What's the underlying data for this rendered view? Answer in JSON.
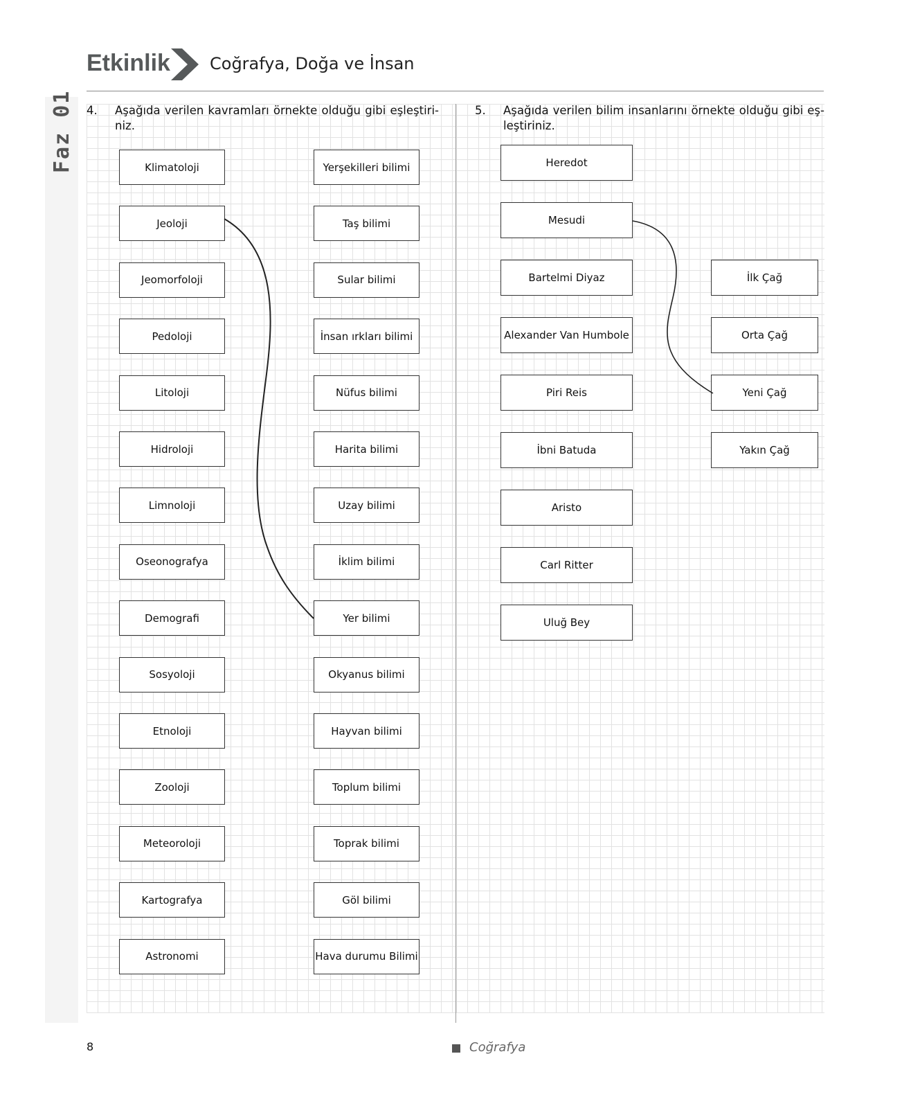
{
  "side_label": "Faz 01",
  "header": {
    "title": "Etkinlik",
    "subtitle": "Coğrafya, Doğa ve İnsan"
  },
  "question4": {
    "number": "4.",
    "text": "Aşağıda verilen kavramları örnekte olduğu gibi eşleştiri-niz.",
    "line1": "Aşağıda verilen kavramları örnekte olduğu gibi eşleştiri-",
    "line2": "niz.",
    "left_items": [
      "Klimatoloji",
      "Jeoloji",
      "Jeomorfoloji",
      "Pedoloji",
      "Litoloji",
      "Hidroloji",
      "Limnoloji",
      "Oseonografya",
      "Demografi",
      "Sosyoloji",
      "Etnoloji",
      "Zooloji",
      "Meteoroloji",
      "Kartografya",
      "Astronomi"
    ],
    "right_items": [
      "Yerşekilleri bilimi",
      "Taş bilimi",
      "Sular bilimi",
      "İnsan ırkları bilimi",
      "Nüfus bilimi",
      "Harita bilimi",
      "Uzay bilimi",
      "İklim bilimi",
      "Yer bilimi",
      "Okyanus bilimi",
      "Hayvan bilimi",
      "Toplum bilimi",
      "Toprak bilimi",
      "Göl bilimi",
      "Hava durumu Bilimi"
    ],
    "example_match": {
      "from": "Jeoloji",
      "to": "Yer bilimi"
    }
  },
  "question5": {
    "number": "5.",
    "text": "Aşağıda verilen bilim insanlarını örnekte olduğu gibi eş-leştiriniz.",
    "line1": "Aşağıda verilen bilim insanlarını örnekte olduğu gibi eş-",
    "line2": "leştiriniz.",
    "left_items": [
      "Heredot",
      "Mesudi",
      "Bartelmi Diyaz",
      "Alexander Van Humbole",
      "Piri Reis",
      "İbni Batuda",
      "Aristo",
      "Carl Ritter",
      "Uluğ Bey"
    ],
    "right_items": [
      "İlk Çağ",
      "Orta Çağ",
      "Yeni Çağ",
      "Yakın Çağ"
    ],
    "example_match": {
      "from": "Mesudi",
      "to": "Yeni Çağ"
    }
  },
  "footer": {
    "page_number": "8",
    "subject": "Coğrafya"
  },
  "colors": {
    "header_title": "#56595a",
    "box_border": "#333333",
    "grid": "#e2e2e2"
  }
}
